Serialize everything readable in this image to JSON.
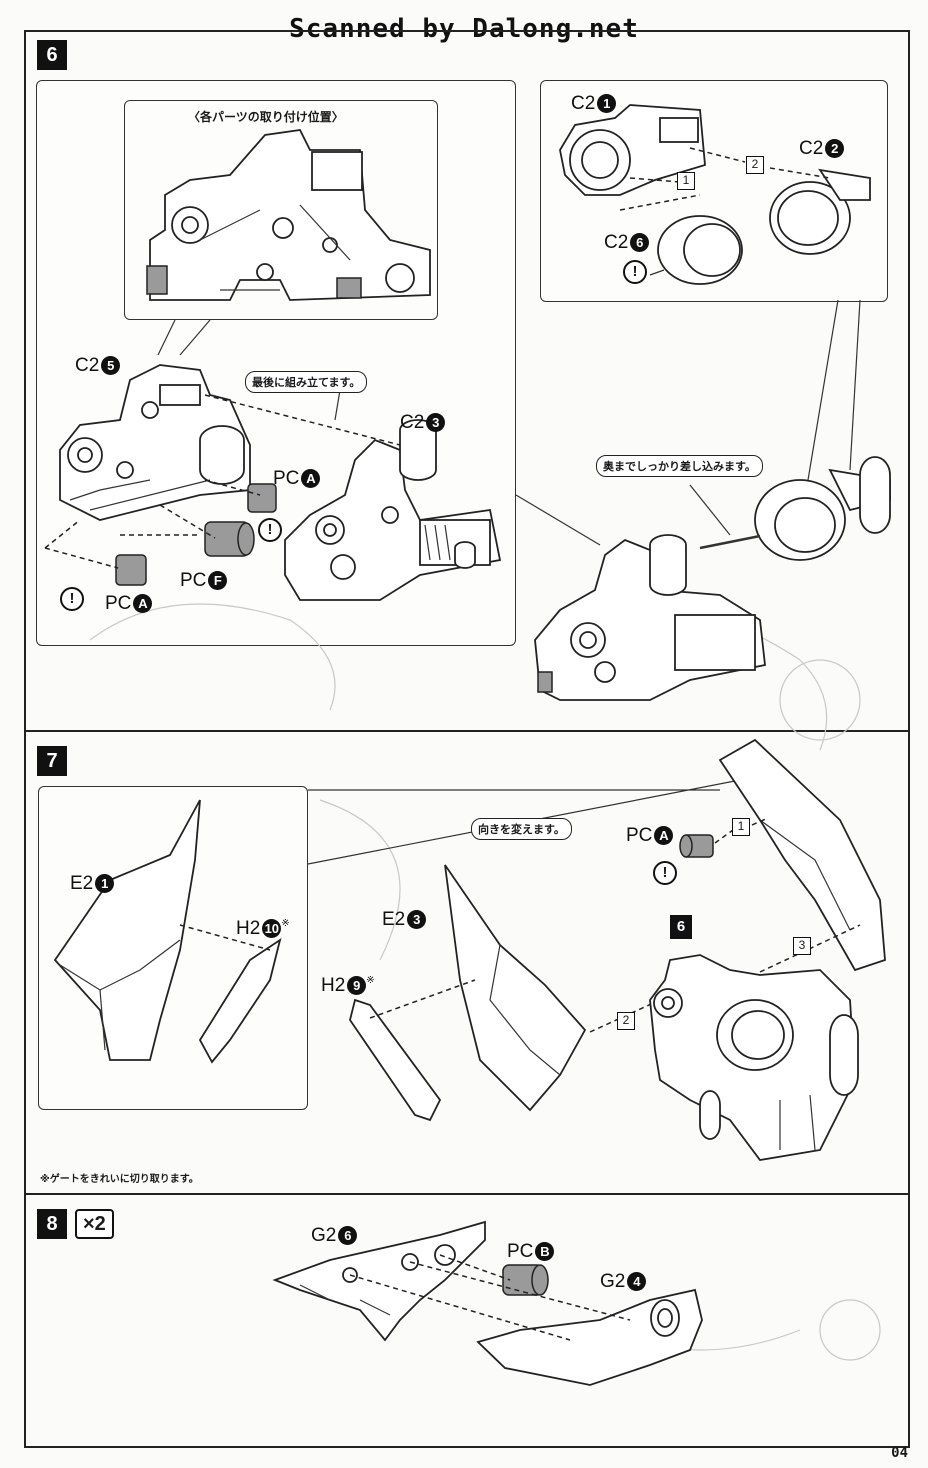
{
  "watermark": "Scanned by Dalong.net",
  "page_number": "04",
  "step6": {
    "number": "6",
    "inset_title": "〈各パーツの取り付け位置〉",
    "note_last": "最後に組み立てます。",
    "note_insert": "奥までしっかり差し込みます。",
    "parts": {
      "c2_1": {
        "code": "C2",
        "num": "1"
      },
      "c2_2": {
        "code": "C2",
        "num": "2"
      },
      "c2_6": {
        "code": "C2",
        "num": "6"
      },
      "c2_5": {
        "code": "C2",
        "num": "5"
      },
      "c2_3": {
        "code": "C2",
        "num": "3"
      },
      "pc_a_1": {
        "code": "PC",
        "num": "A"
      },
      "pc_f": {
        "code": "PC",
        "num": "F"
      },
      "pc_a_2": {
        "code": "PC",
        "num": "A"
      }
    },
    "order": [
      "1",
      "2"
    ],
    "warning": "!"
  },
  "step7": {
    "number": "7",
    "note_turn": "向きを変えます。",
    "footnote": "※ゲートをきれいに切り取ります。",
    "parts": {
      "e2_1": {
        "code": "E2",
        "num": "1"
      },
      "h2_10": {
        "code": "H2",
        "num": "10",
        "mark": "※"
      },
      "e2_3": {
        "code": "E2",
        "num": "3"
      },
      "h2_9": {
        "code": "H2",
        "num": "9",
        "mark": "※"
      },
      "pc_a": {
        "code": "PC",
        "num": "A"
      }
    },
    "ref_step": "6",
    "order": [
      "1",
      "2",
      "3"
    ],
    "warning": "!"
  },
  "step8": {
    "number": "8",
    "multiplier": "×2",
    "parts": {
      "g2_6": {
        "code": "G2",
        "num": "6"
      },
      "pc_b": {
        "code": "PC",
        "num": "B"
      },
      "g2_4": {
        "code": "G2",
        "num": "4"
      }
    }
  }
}
